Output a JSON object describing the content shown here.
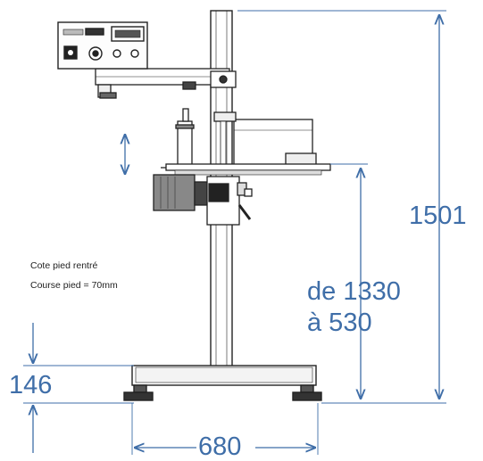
{
  "notes": {
    "line1": "Cote pied rentré",
    "line2": "Course pied = 70mm"
  },
  "dimensions": {
    "total_height": "1501",
    "table_height_line1": "de 1330",
    "table_height_line2": "à 530",
    "foot_height": "146",
    "base_width": "680"
  },
  "colors": {
    "dimension": "#3f6ea8",
    "drawing": "#222222"
  }
}
